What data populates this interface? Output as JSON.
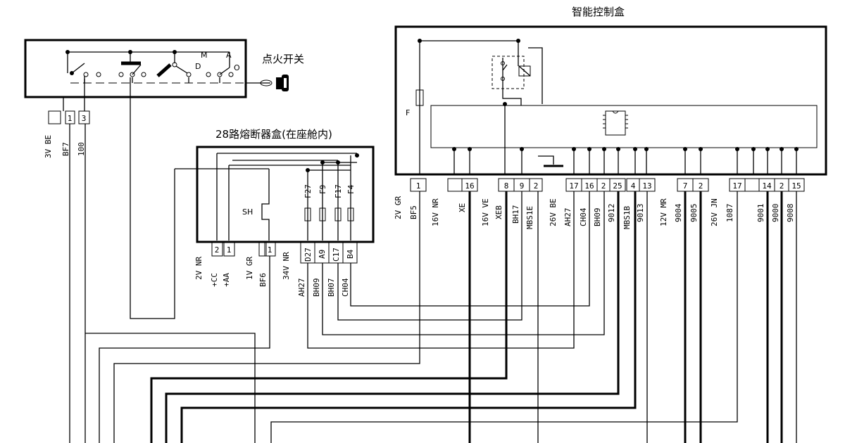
{
  "titles": {
    "control_box": "智能控制盒",
    "ignition_switch": "点火开关",
    "fuse_box": "28路熔断器盒(在座舱内)"
  },
  "ignition": {
    "switch_letters": {
      "m": "M",
      "a": "A",
      "d": "D",
      "o": "O"
    },
    "connector": {
      "name": "3V BE",
      "pins": [
        "1",
        "3"
      ]
    },
    "wires": [
      "BF7",
      "100"
    ]
  },
  "fuse_box": {
    "fuses": [
      "F27",
      "F9",
      "F17",
      "F4"
    ],
    "shunt": "SH",
    "connectors": [
      {
        "name": "2V NR",
        "pins": [
          "2",
          "1"
        ],
        "wires": [
          "+CC",
          "+AA"
        ]
      },
      {
        "name": "1V GR",
        "pins": [
          "1"
        ],
        "wires": [
          "BF6"
        ]
      },
      {
        "name": "34V NR",
        "pins": [
          "D27",
          "A9",
          "C17",
          "B4"
        ],
        "wires": [
          "AH27",
          "BH09",
          "BH07",
          "CH04"
        ]
      }
    ]
  },
  "control_box": {
    "fuse": "F",
    "connectors": [
      {
        "name": "2V GR",
        "pins": [
          "1"
        ],
        "wires": [
          "BF5"
        ]
      },
      {
        "name": "16V NR",
        "pins": [
          "16"
        ],
        "wires": [
          "XE"
        ]
      },
      {
        "name": "16V VE",
        "pins": [
          "8",
          "9",
          "2"
        ],
        "wires": [
          "XEB",
          "BH17",
          "MBS1E"
        ]
      },
      {
        "name": "26V BE",
        "pins": [
          "17",
          "16",
          "2",
          "25",
          "4",
          "13"
        ],
        "wires": [
          "AH27",
          "CH04",
          "BH09",
          "9012",
          "MBS1B",
          "9013"
        ]
      },
      {
        "name": "12V MR",
        "pins": [
          "7",
          "2"
        ],
        "wires": [
          "9004",
          "9005"
        ]
      },
      {
        "name": "26V JN",
        "pins": [
          "17",
          "14",
          "2",
          "15"
        ],
        "wires": [
          "1087",
          "9001",
          "9000",
          "9008"
        ]
      }
    ]
  }
}
